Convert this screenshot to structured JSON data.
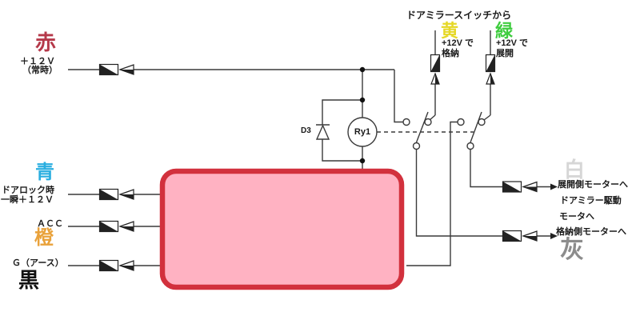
{
  "diagram_title": "ドアミラースイッチから",
  "components": {
    "relay_label": "Ry1",
    "diode_label": "D3",
    "control_unit_box": {
      "fill": "#ffb2c2",
      "border": "#d2313d"
    }
  },
  "wires": {
    "red": {
      "label": "赤",
      "hex": "#b5394a",
      "desc1": "＋１２Ｖ",
      "desc2": "（常時）"
    },
    "yellow": {
      "label": "黄",
      "hex": "#e6d827",
      "desc1": "+12V で",
      "desc2": "格納"
    },
    "green": {
      "label": "緑",
      "hex": "#3ecc3e",
      "desc1": "+12V で",
      "desc2": "展開"
    },
    "blue": {
      "label": "青",
      "hex": "#2aaee0",
      "desc1": "ドアロック時",
      "desc2": "一瞬＋１２Ｖ"
    },
    "orange": {
      "label": "橙",
      "hex": "#e9a23b",
      "desc1": "ＡＣＣ"
    },
    "black": {
      "label": "黒",
      "hex": "#111111",
      "desc1": "Ｇ（アース）"
    },
    "white": {
      "label": "白",
      "hex": "#d6d6d6",
      "desc1": "展開側モーターへ"
    },
    "gray": {
      "label": "灰",
      "hex": "#8c8c8c",
      "desc1": "格納側モーターへ"
    }
  },
  "notes": {
    "drive_motor_line1": "ドアミラー駆動",
    "drive_motor_line2": "モータへ"
  }
}
